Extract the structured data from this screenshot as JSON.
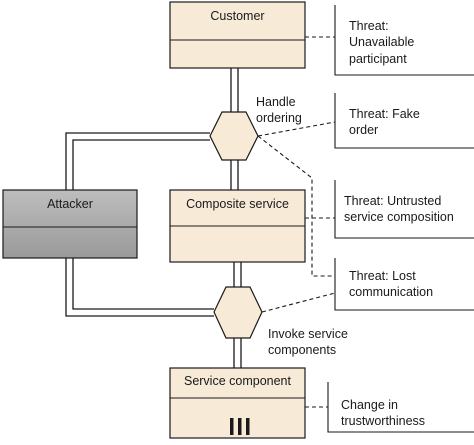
{
  "blocks": {
    "customer": "Customer",
    "attacker": "Attacker",
    "composite_service": "Composite service",
    "service_component": "Service component"
  },
  "interactions": {
    "handle_ordering": "Handle\nordering",
    "invoke_service_components": "Invoke service\ncomponents"
  },
  "threats": {
    "unavailable_participant": "Threat:\nUnavailable\nparticipant",
    "fake_order": "Threat: Fake\norder",
    "untrusted_composition": "Threat: Untrusted\nservice composition",
    "lost_communication": "Threat: Lost\ncommunication",
    "change_in_trustworthiness": "Change in\ntrustworthiness"
  },
  "colors": {
    "block_fill": "#f7ead7",
    "attacker_fill": "#a9a9a9",
    "hexagon_fill": "#f7ead7",
    "stroke": "#1a1a1a"
  }
}
